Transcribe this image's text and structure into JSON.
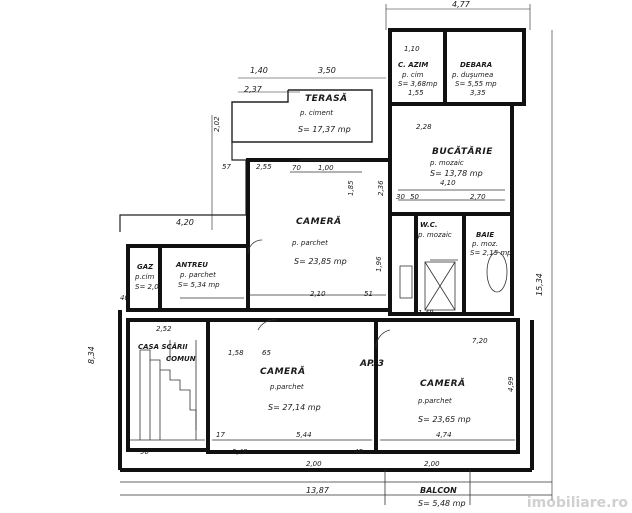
{
  "rooms": {
    "terasa": {
      "name": "TERASĂ",
      "floor": "p. ciment",
      "area": "S= 17,37 mp"
    },
    "c_azim": {
      "name": "C. AZIM",
      "floor": "p. cim",
      "area": "S= 3,68mp"
    },
    "debara": {
      "name": "DEBARA",
      "floor": "p. duşumea",
      "area": "S= 5,55 mp"
    },
    "bucatarie": {
      "name": "BUCĂTĂRIE",
      "floor": "p. mozaic",
      "area": "S= 13,78 mp"
    },
    "camera1": {
      "name": "CAMERĂ",
      "floor": "p. parchet",
      "area": "S= 23,85 mp"
    },
    "antreu": {
      "name": "ANTREU",
      "floor": "p. parchet",
      "area": "S= 5,34 mp"
    },
    "gaz": {
      "name": "GAZ",
      "floor": "p.cim",
      "area": "S= 2,0"
    },
    "wc": {
      "name": "W.C.",
      "floor": "p. mozaic",
      "area": ""
    },
    "baie": {
      "name": "BAIE",
      "floor": "p. moz.",
      "area": "S= 2,15 mp"
    },
    "casa_scarii": {
      "name": "CASA SCĂRII",
      "sub": "COMUN"
    },
    "camera2": {
      "name": "CAMERĂ",
      "floor": "p.parchet",
      "area": "S= 27,14 mp"
    },
    "camera3": {
      "name": "CAMERĂ",
      "floor": "p.parchet",
      "area": "S= 23,65 mp"
    },
    "balcon": {
      "name": "BALCON",
      "area": "S= 5,48 mp"
    },
    "apartment": "AP. 3"
  },
  "dimensions": {
    "top_total": "4,77",
    "d_140": "1,40",
    "d_350": "3,50",
    "d_237": "2,37",
    "d_420": "4,20",
    "d_202": "2,02",
    "d_57": "57",
    "left_834": "8,34",
    "right_1534": "15,34",
    "bottom_1387": "13,87",
    "d_252": "2,52",
    "d_158": "1,58",
    "d_65": "65",
    "d_544": "5,44",
    "d_474": "4,74",
    "d_499": "4,99",
    "d_249": "2,49",
    "d_200a": "2,00",
    "d_200b": "2,00",
    "d_210": "2,10",
    "d_410": "4,10",
    "d_270": "2,70",
    "d_236": "2,36",
    "d_196": "1,96",
    "d_185": "1,85",
    "d_148": "1,48",
    "d_720": "7,20",
    "d_90": "90",
    "d_70": "70",
    "d_100": "1,00",
    "d_40": "40",
    "d_45": "45",
    "d_30": "30",
    "d_50": "50",
    "d_51": "51",
    "d_17": "17",
    "d_255": "2,55",
    "d_228": "2,28",
    "d_110": "1,10",
    "d_155": "1,55",
    "d_335": "3,35"
  },
  "watermark": "imobiliare.ro"
}
